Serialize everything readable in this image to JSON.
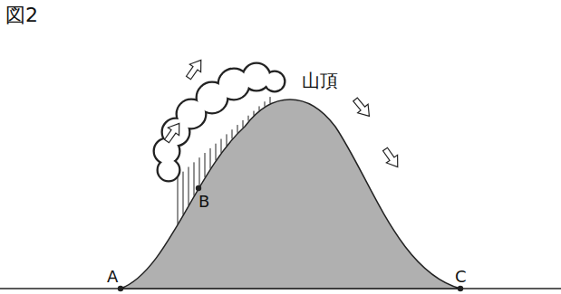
{
  "diagram": {
    "title": "図2",
    "labels": [
      "山頂",
      "A",
      "B",
      "C"
    ]
  }
}
